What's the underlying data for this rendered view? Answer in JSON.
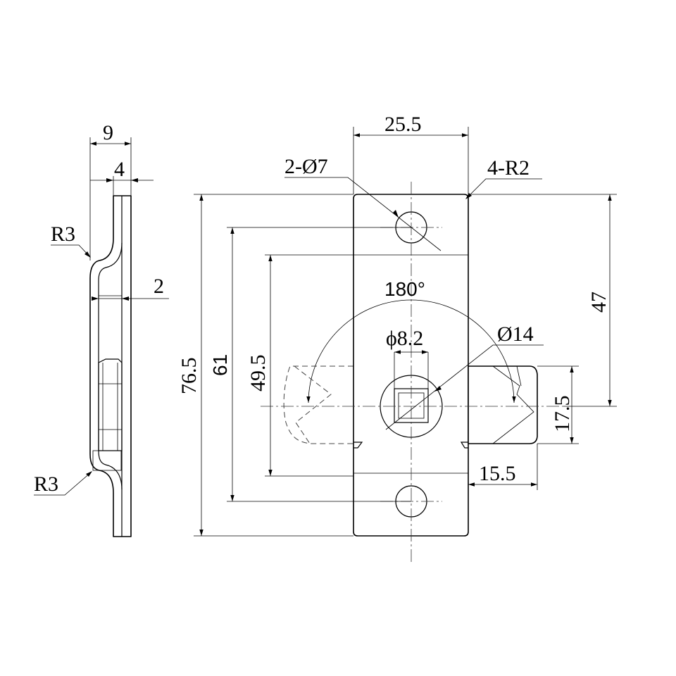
{
  "dimensions": {
    "side_width_9": "9",
    "side_width_4": "4",
    "side_radius_top": "R3",
    "side_radius_bottom": "R3",
    "side_thickness_2": "2",
    "hole_callout": "2-Ø7",
    "width_25_5": "25.5",
    "corner_radius": "4-R2",
    "height_47": "47",
    "height_76_5": "76.5",
    "height_61": "61",
    "height_49_5": "49.5",
    "rotation_180": "180°",
    "square_8_2": "ϕ8.2",
    "diameter_14": "Ø14",
    "height_17_5": "17.5",
    "length_15_5": "15.5"
  }
}
